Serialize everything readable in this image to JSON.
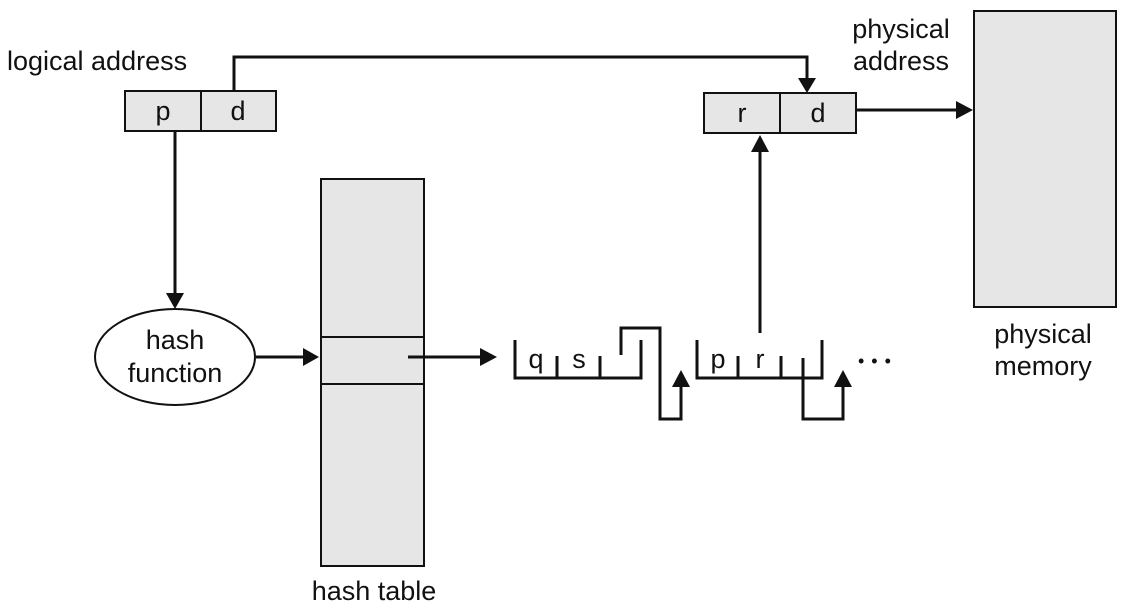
{
  "logical_address": {
    "label": "logical address",
    "fields": [
      "p",
      "d"
    ]
  },
  "physical_address": {
    "label_line1": "physical",
    "label_line2": "address",
    "fields": [
      "r",
      "d"
    ]
  },
  "hash_function": {
    "line1": "hash",
    "line2": "function"
  },
  "hash_table": {
    "label": "hash table"
  },
  "chain": {
    "entry1": [
      "q",
      "s"
    ],
    "entry2": [
      "p",
      "r"
    ],
    "ellipsis": "• • •"
  },
  "physical_memory": {
    "line1": "physical",
    "line2": "memory"
  },
  "colors": {
    "box_fill": "#e6e6e6",
    "stroke": "#111111",
    "background": "#ffffff"
  }
}
